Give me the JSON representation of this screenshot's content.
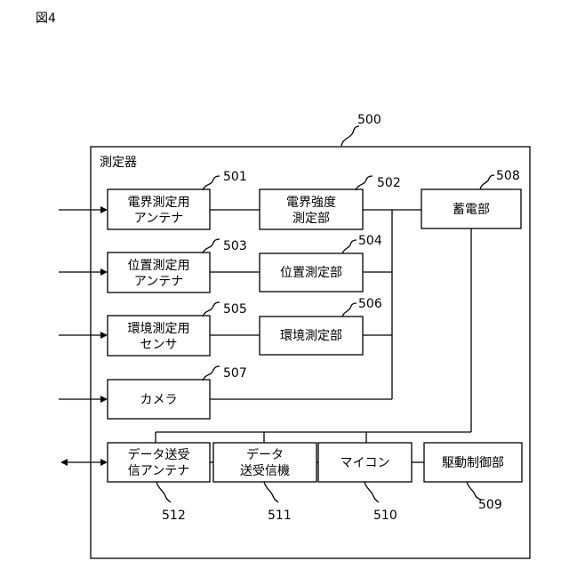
{
  "figure_label": "図4",
  "device": {
    "label": "測定器",
    "ref": "500"
  },
  "blocks": {
    "b501": {
      "lines": [
        "電界測定用",
        "アンテナ"
      ],
      "ref": "501"
    },
    "b502": {
      "lines": [
        "電界強度",
        "測定部"
      ],
      "ref": "502"
    },
    "b503": {
      "lines": [
        "位置測定用",
        "アンテナ"
      ],
      "ref": "503"
    },
    "b504": {
      "lines": [
        "位置測定部"
      ],
      "ref": "504"
    },
    "b505": {
      "lines": [
        "環境測定用",
        "センサ"
      ],
      "ref": "505"
    },
    "b506": {
      "lines": [
        "環境測定部"
      ],
      "ref": "506"
    },
    "b507": {
      "lines": [
        "カメラ"
      ],
      "ref": "507"
    },
    "b508": {
      "lines": [
        "蓄電部"
      ],
      "ref": "508"
    },
    "b509": {
      "lines": [
        "駆動制御部"
      ],
      "ref": "509"
    },
    "b510": {
      "lines": [
        "マイコン"
      ],
      "ref": "510"
    },
    "b511": {
      "lines": [
        "データ",
        "送受信機"
      ],
      "ref": "511"
    },
    "b512": {
      "lines": [
        "データ送受",
        "信アンテナ"
      ],
      "ref": "512"
    }
  }
}
